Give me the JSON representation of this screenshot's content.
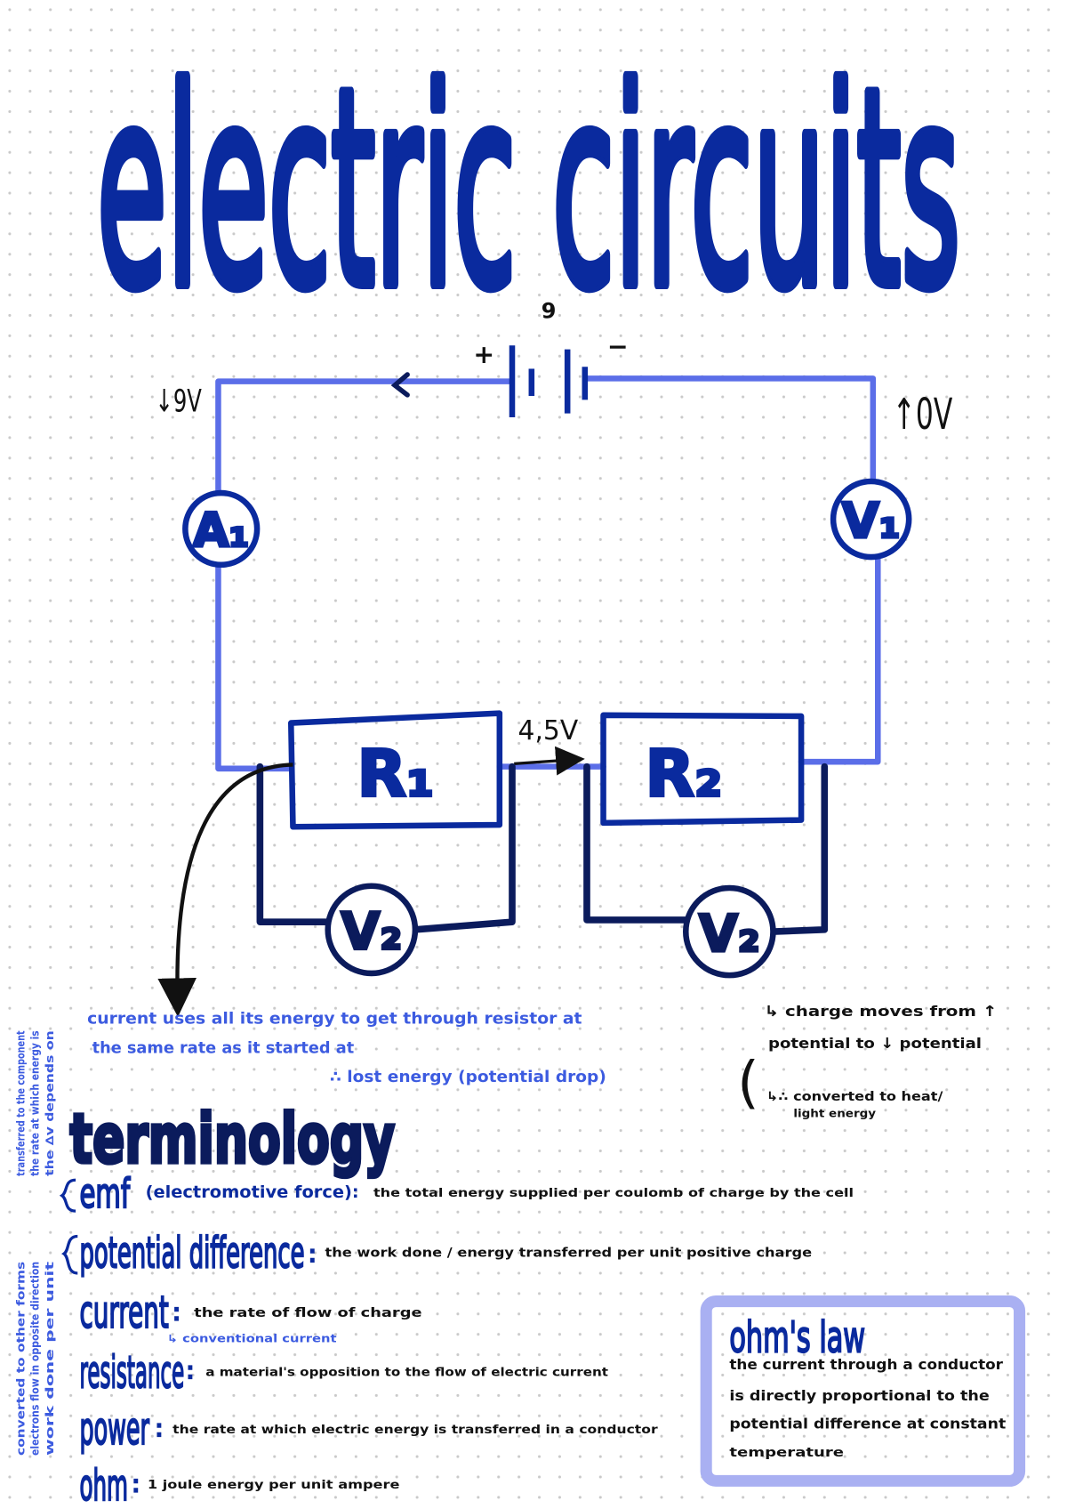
{
  "title": "electric circuits",
  "circuit": {
    "battery_label": "9",
    "battery_plus": "+",
    "battery_minus": "−",
    "left_potential": "↓9V",
    "right_potential": "↑0V",
    "ammeter": "A₁",
    "voltmeter_supply": "V₁",
    "resistor_1": "R₁",
    "resistor_2": "R₂",
    "voltmeter_r1": "V₂",
    "voltmeter_r2": "V₂",
    "drop_label": "4,5V"
  },
  "notes": {
    "resistor_note": [
      "current uses all its energy to get through resistor at",
      "the same rate as it started at",
      "∴ lost energy (potential drop)"
    ],
    "charge_note": [
      "↳ charge moves from ↑",
      "potential to ↓ potential",
      "(",
      "↳∴ converted to heat/",
      "light energy"
    ],
    "side_note_top": [
      "the ∆v depends on",
      "the rate at which energy is",
      "transferred to the component"
    ],
    "side_note_bottom": [
      "work done per unit",
      "electrons flow in opposite direction",
      "converted to other forms"
    ]
  },
  "terminology": {
    "heading": "terminology",
    "emf": {
      "term": "emf",
      "extra": "(electromotive force):",
      "definition": "the total energy supplied per coulomb of charge by the cell"
    },
    "potential_difference": {
      "term": "potential difference",
      "colon": ":",
      "definition": "the work done / energy transferred per unit positive charge"
    },
    "current": {
      "term": "current",
      "colon": ":",
      "definition": "the rate of flow of charge",
      "subnote": "↳ conventional current"
    },
    "resistance": {
      "term": "resistance",
      "colon": ":",
      "definition": "a material's opposition to the flow of electric current"
    },
    "power": {
      "term": "power",
      "colon": ":",
      "definition": "the rate at which electric energy is transferred in a conductor"
    },
    "ohm": {
      "term": "ohm",
      "colon": ":",
      "definition": "1 joule energy per unit ampere"
    }
  },
  "ohms_law": {
    "title": "ohm's law",
    "lines": [
      "the current through a conductor",
      "is directly proportional to the",
      "potential difference at constant",
      "temperature"
    ]
  },
  "colors": {
    "title": "#0a2a9e",
    "wire": "#5b6ee8",
    "navy": "#0b1b5c",
    "accent": "#3c5be0",
    "box": "#a9b0f2"
  }
}
